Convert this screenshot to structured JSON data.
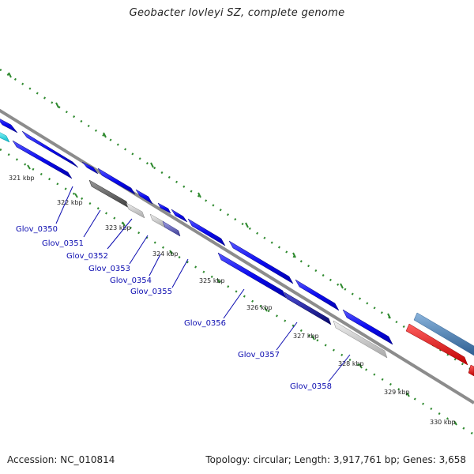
{
  "title": "Geobacter lovleyi SZ, complete genome",
  "accession": "Accession: NC_010814",
  "topology": "Topology: circular; Length: 3,917,761 bp; Genes: 3,658",
  "colors": {
    "backbone": "#8c8c8c",
    "cds_blue": "#0a0af0",
    "tick_green": "#2f8a2f",
    "label_blue": "#0b0bb0",
    "cyan": "#18e8f0",
    "red": "#f01010",
    "steel": "#4a80b8"
  },
  "kbp_labels": [
    "321 kbp",
    "322 kbp",
    "323 kbp",
    "324 kbp",
    "325 kbp",
    "326 kbp",
    "327 kbp",
    "328 kbp",
    "329 kbp",
    "330 kbp"
  ],
  "gene_labels": [
    "Glov_0350",
    "Glov_0351",
    "Glov_0352",
    "Glov_0353",
    "Glov_0354",
    "Glov_0355",
    "Glov_0356",
    "Glov_0357",
    "Glov_0358"
  ]
}
